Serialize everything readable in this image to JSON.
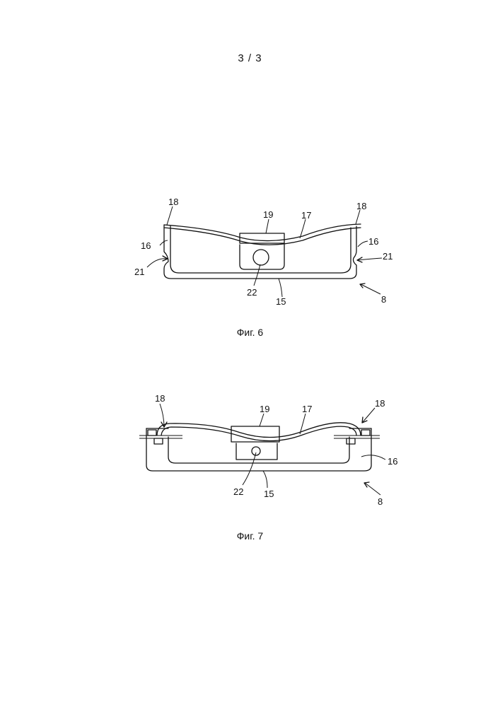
{
  "page": {
    "number_label": "3 / 3"
  },
  "figures": [
    {
      "caption": "Фиг. 6",
      "labels": {
        "l18_left": "18",
        "l18_right": "18",
        "l19": "19",
        "l17": "17",
        "l16_left": "16",
        "l16_right": "16",
        "l21_left": "21",
        "l21_right": "21",
        "l22": "22",
        "l15": "15",
        "l8": "8"
      }
    },
    {
      "caption": "Фиг. 7",
      "labels": {
        "l18_left": "18",
        "l18_right": "18",
        "l19": "19",
        "l17": "17",
        "l16": "16",
        "l22": "22",
        "l15": "15",
        "l8": "8"
      }
    }
  ]
}
